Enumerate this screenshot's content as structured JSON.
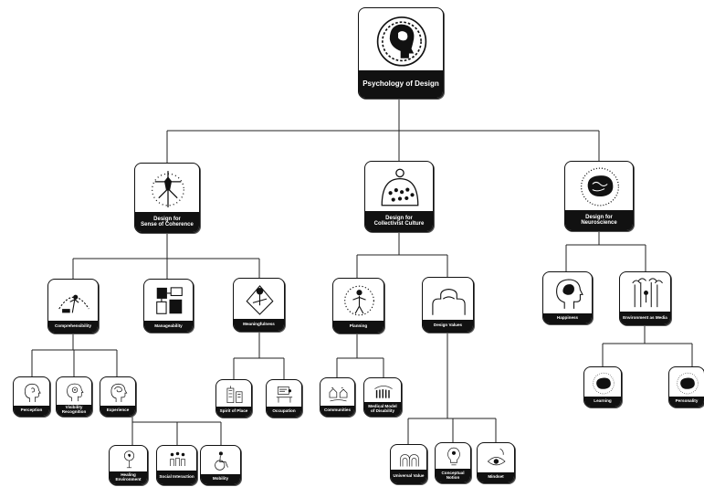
{
  "root": {
    "label": "Psychology of Design",
    "icon": "head-brain-icon",
    "children": [
      {
        "label": "Design for\nSense of Coherence",
        "icon": "cross-network-icon",
        "children": [
          {
            "label": "Comprehensibility",
            "icon": "gauge-figure-icon",
            "children": [
              {
                "label": "Perception",
                "icon": "head-listening-icon",
                "children": []
              },
              {
                "label": "Visibility Recognition",
                "icon": "head-target-icon",
                "children": []
              },
              {
                "label": "Experience",
                "icon": "head-swirl-icon",
                "children": [
                  {
                    "label": "Healing Environment",
                    "icon": "tree-figure-icon",
                    "children": []
                  },
                  {
                    "label": "Social Interaction",
                    "icon": "people-group-icon",
                    "children": []
                  },
                  {
                    "label": "Mobility",
                    "icon": "wheelchair-icon",
                    "children": []
                  }
                ]
              }
            ]
          },
          {
            "label": "Manageability",
            "icon": "blocks-icon",
            "children": []
          },
          {
            "label": "Meaningfulness",
            "icon": "map-pin-icon",
            "children": [
              {
                "label": "Spirit of Place",
                "icon": "building-figure-icon",
                "children": []
              },
              {
                "label": "Occupation",
                "icon": "desk-figure-icon",
                "children": []
              }
            ]
          }
        ]
      },
      {
        "label": "Design for\nCollectivist Culture",
        "icon": "dome-crowd-icon",
        "children": [
          {
            "label": "Planning",
            "icon": "figure-circle-icon",
            "children": [
              {
                "label": "Communities",
                "icon": "houses-icon",
                "children": []
              },
              {
                "label": "Medical Model of Disability",
                "icon": "crowd-icon",
                "children": []
              }
            ]
          },
          {
            "label": "Design Values",
            "icon": "city-skyline-icon",
            "children": [
              {
                "label": "Universal Value",
                "icon": "arches-icon",
                "children": []
              },
              {
                "label": "Conceptual Notion",
                "icon": "lightbulb-icon",
                "children": []
              },
              {
                "label": "Mindset",
                "icon": "eye-head-icon",
                "children": []
              }
            ]
          }
        ]
      },
      {
        "label": "Design for\nNeuroscience",
        "icon": "brain-icon",
        "children": [
          {
            "label": "Happiness",
            "icon": "head-silhouette-icon",
            "children": []
          },
          {
            "label": "Environment as Media",
            "icon": "forest-figure-icon",
            "children": [
              {
                "label": "Learning",
                "icon": "brain-network-icon",
                "children": []
              },
              {
                "label": "Personality",
                "icon": "brain-network-icon",
                "children": []
              }
            ]
          }
        ]
      }
    ]
  }
}
